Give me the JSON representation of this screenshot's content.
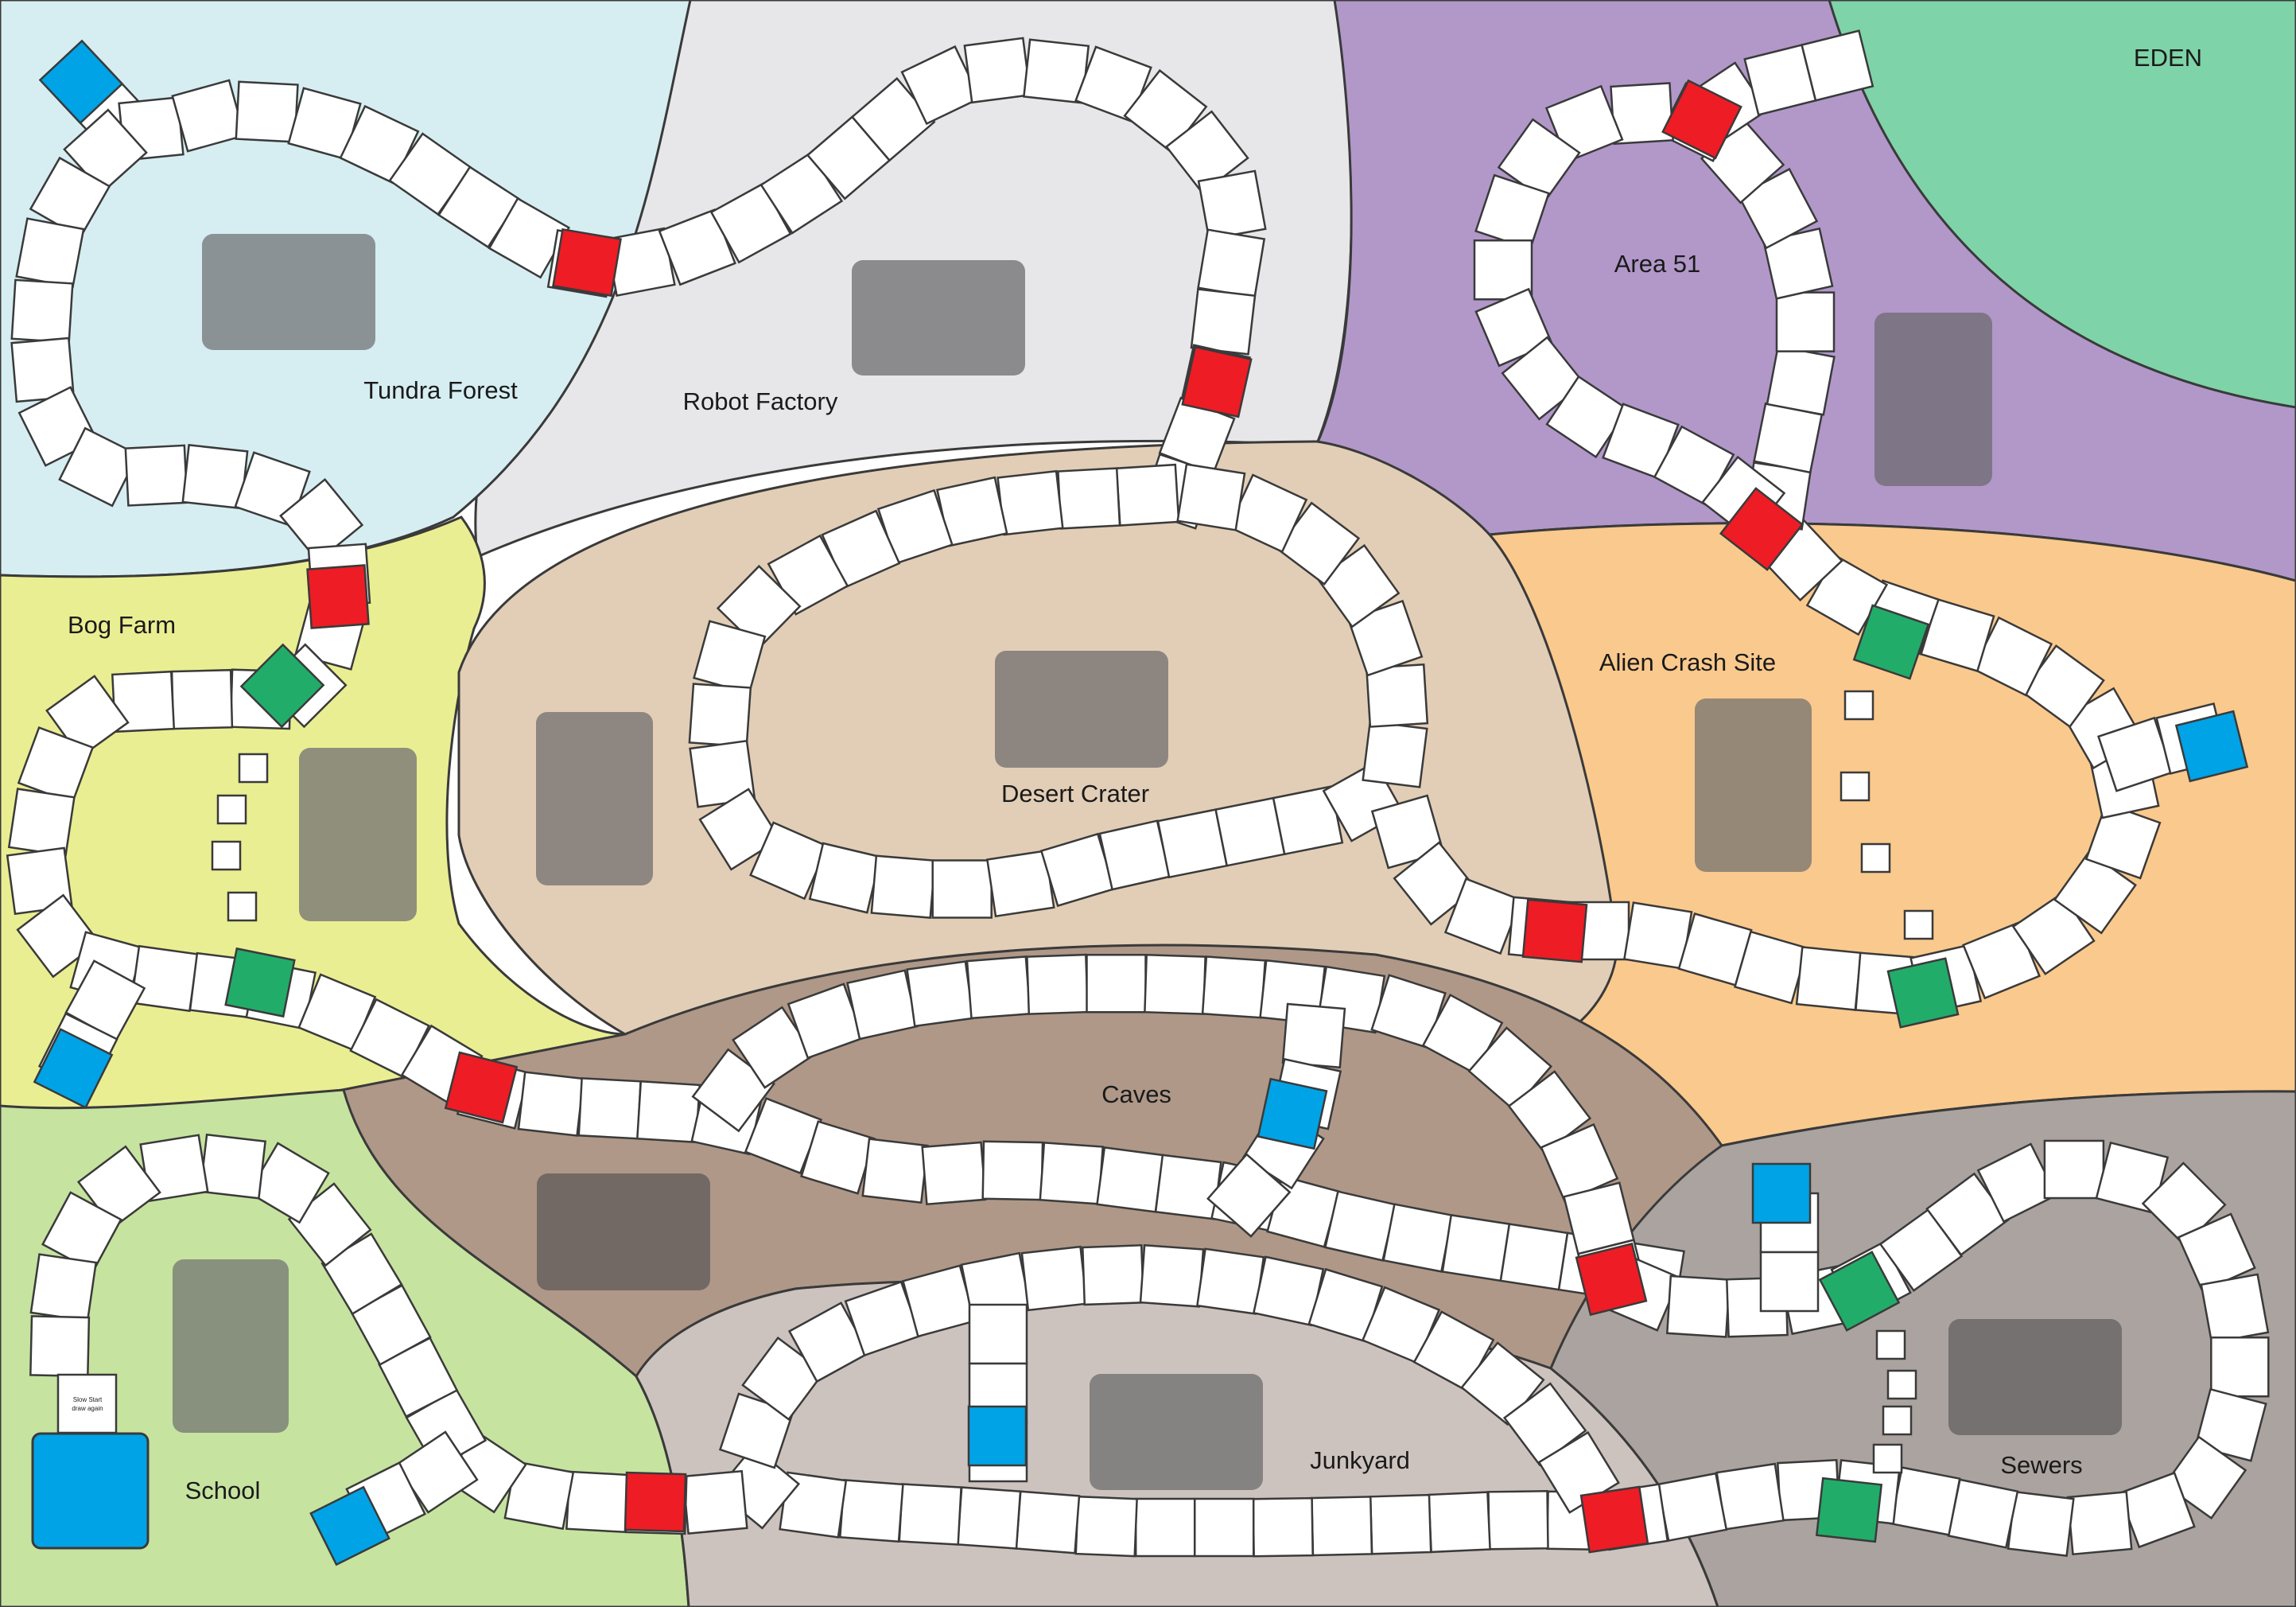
{
  "board": {
    "colors": {
      "outline": "#3a3a3a",
      "tile_white": "#ffffff",
      "tile_red": "#ee1c25",
      "tile_green": "#22ac6a",
      "tile_blue": "#00a3e6",
      "building": "#8b8b8b"
    },
    "regions": [
      {
        "id": "tundra-forest",
        "label": "Tundra Forest",
        "color": "#d6eef2"
      },
      {
        "id": "robot-factory",
        "label": "Robot Factory",
        "color": "#e7e7e9"
      },
      {
        "id": "area-51",
        "label": "Area 51",
        "color": "#b198c9"
      },
      {
        "id": "eden",
        "label": "EDEN",
        "color": "#7fd3a8"
      },
      {
        "id": "bog-farm",
        "label": "Bog Farm",
        "color": "#eaee92"
      },
      {
        "id": "desert-crater",
        "label": "Desert Crater",
        "color": "#e2ceb6"
      },
      {
        "id": "alien-crash-site",
        "label": "Alien Crash Site",
        "color": "#fac98d"
      },
      {
        "id": "caves",
        "label": "Caves",
        "color": "#af9888"
      },
      {
        "id": "school",
        "label": "School",
        "color": "#c6e3a0"
      },
      {
        "id": "junkyard",
        "label": "Junkyard",
        "color": "#cdc3be"
      },
      {
        "id": "sewers",
        "label": "Sewers",
        "color": "#aba39f"
      }
    ],
    "start_box": {
      "line1": "Slow Start",
      "line2": "draw again"
    }
  }
}
